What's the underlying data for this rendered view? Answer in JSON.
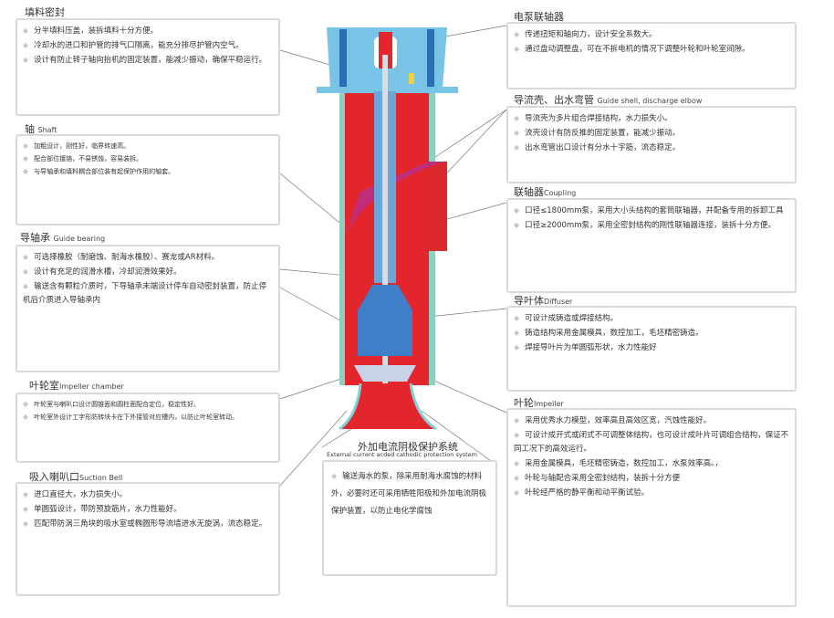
{
  "sections": {
    "packing_seal": {
      "title": "填料密封",
      "subtitle": "",
      "items": [
        "分半填料压盖，装拆填料十分方便。",
        "冷却水的进口和护管的排气口隔离，能充分排尽护管内空气。",
        "设计有防止转子轴向抬机的固定装置，能减少振动，确保平稳运行。"
      ]
    },
    "shaft": {
      "title": "轴",
      "subtitle": "Shaft",
      "items": [
        "加粗设计，刚性好，临界转速高。",
        "配合部位镀铬，不易锈蚀，容易装拆。",
        "与导轴承和填料耦合部位装有起保护作用的轴套。"
      ]
    },
    "guide_bearing": {
      "title": "导轴承",
      "subtitle": "Guide bearing",
      "items": [
        "可选择橡胶（耐磨蚀、耐海水橡胶）、赛龙或AR材料。",
        "设计有充足的润滑水槽，冷却润滑效果好。",
        "输送含有颗粒介质时，下导轴承末端设计停车自动密封装置，防止停机后介质进入导轴承内"
      ]
    },
    "impeller_chamber": {
      "title": "叶轮室",
      "subtitle": "Impeller chamber",
      "items": [
        "叶轮室与喇叭口设计圆锥面和圆柱面配合定位，稳定性好。",
        "叶轮室外设计工字形防转块卡在下外接管对应槽内，以防止叶轮室转动。"
      ]
    },
    "suction_bell": {
      "title": "吸入喇叭口",
      "subtitle": "Suction Bell",
      "items": [
        "进口直径大，水力损失小。",
        "单圆弧设计，带防预旋筋片，水力性能好。",
        "匹配带防涡三角块的吸水室或椭圆形导流墙进水无旋涡，流态稳定。"
      ]
    },
    "motor_coupling": {
      "title": "电泵联轴器",
      "subtitle": "",
      "items": [
        "传递扭矩和轴向力，设计安全系数大。",
        "通过盘动调整盘，可在不拆电机的情况下调整叶轮和叶轮室间隙。"
      ]
    },
    "guide_shell": {
      "title": "导流壳、出水弯管",
      "subtitle": "Guide shell, discharge elbow",
      "items": [
        "导流壳为多片组合焊接结构，水力损失小。",
        "流壳设计有防反推的固定装置，能减少振动。",
        "出水弯管出口设计有分水十字筋，流态稳定。"
      ]
    },
    "coupling": {
      "title": "联轴器",
      "subtitle": "Coupling",
      "items": [
        "口径≤1800mm泵，采用大小头结构的套筒联轴器，并配备专用的拆卸工具",
        "口径≥2000mm泵，采用全密封结构的刚性联轴器连接，装拆十分方便。"
      ]
    },
    "diffuser": {
      "title": "导叶体",
      "subtitle": "Diffuser",
      "items": [
        "可设计成铸造或焊接结构。",
        "铸造结构采用金属模具，数控加工，毛坯精密铸造。",
        "焊接导叶片为单圆弧形状，水力性能好"
      ]
    },
    "impeller": {
      "title": "叶轮",
      "subtitle": "Impeller",
      "items": [
        "采用优秀水力模型，效率高且高效区宽，汽蚀性能好。",
        "可设计成开式或闭式不可调整体结构，也可设计成叶片可调组合结构，保证不同工况下的高效运行。",
        "采用金属模具，毛坯精密铸造，数控加工，水泵效率高。，",
        "叶轮与轴配合采用全密封结构，装拆十分方便",
        "叶轮经严格的静平衡和动平衡试验。"
      ]
    },
    "cathodic": {
      "title": "外加电流阴极保护系统",
      "subtitle": "External current acded cathodic protection system",
      "items": [
        "输送海水的泵，除采用耐海水腐蚀的材料外，必要时还可采用牺牲阳极和外加电流阴极保护装置，以防止电化学腐蚀"
      ]
    }
  },
  "colors": {
    "red": "#e3262b",
    "blue": "#6aa7d8",
    "teal": "#8fcfc0",
    "magenta": "#b8308a",
    "box_border": "#d9d9d9"
  }
}
